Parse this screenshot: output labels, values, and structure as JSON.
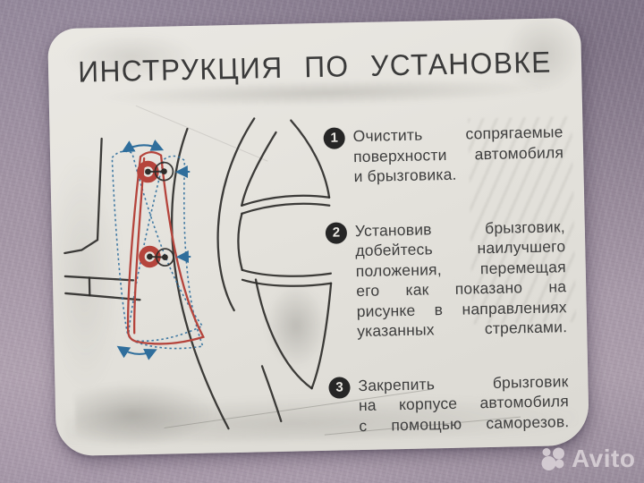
{
  "card": {
    "title": "ИНСТРУКЦИЯ ПО УСТАНОВКЕ",
    "steps": [
      {
        "number": "1",
        "lines": [
          "Очистить сопрягаемые",
          "поверхности автомобиля",
          "и брызговика."
        ],
        "justify_last": false
      },
      {
        "number": "2",
        "lines": [
          "Установив брызговик,",
          "добейтесь наилучшего",
          "положения, перемещая",
          "его как показано на",
          "рисунке в направлениях",
          "указанных стрелками."
        ],
        "justify_last": true
      },
      {
        "number": "3",
        "lines": [
          "Закрепить брызговик",
          "на корпусе автомобиля",
          "с помощью саморезов."
        ],
        "justify_last": true
      }
    ]
  },
  "watermark": {
    "brand": "Avito",
    "logo_icon": "avito-circles-logo"
  },
  "icons": {
    "diagram": "mudflap-installation-diagram"
  },
  "colors": {
    "background": "#a194a3",
    "card": "#e5e3de",
    "title": "#3a3a3a",
    "ink": "#3e3e3e",
    "diagram_black": "#2e2c2a",
    "flap_red": "#b5443c",
    "arrow_blue": "#2f6e9c",
    "step_marker": "#262626",
    "watermark": "#d8d0d6"
  }
}
